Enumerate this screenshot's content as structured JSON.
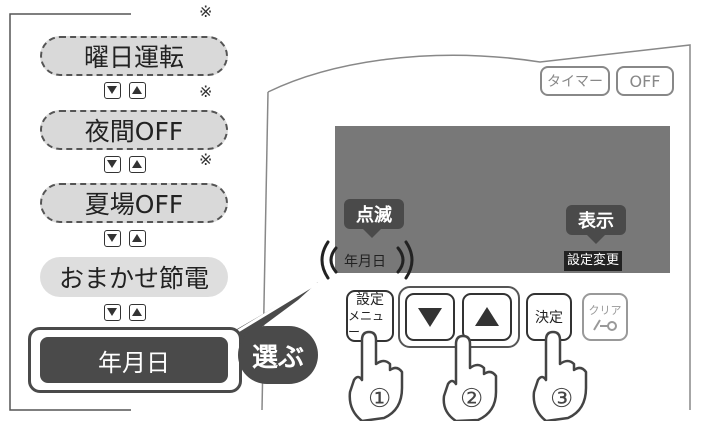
{
  "menu": {
    "items": [
      {
        "label": "曜日運転"
      },
      {
        "label": "夜間OFF"
      },
      {
        "label": "夏場OFF"
      },
      {
        "label": "おまかせ節電"
      }
    ],
    "selected": "年月日",
    "note_mark": "※"
  },
  "callouts": {
    "select": "選ぶ",
    "blink": "点滅",
    "display": "表示",
    "setting_change": "設定変更",
    "date_indicator": "年月日"
  },
  "panel": {
    "timer_label": "タイマー",
    "off_label": "OFF",
    "settings_menu_top": "設定",
    "settings_menu_bottom": "メニュー",
    "confirm_label": "決定",
    "clear_label": "クリア"
  },
  "steps": [
    "①",
    "②",
    "③"
  ],
  "colors": {
    "dark": "#4a4a4a",
    "screen": "#787878",
    "pill_bg": "#d9d9d9"
  }
}
